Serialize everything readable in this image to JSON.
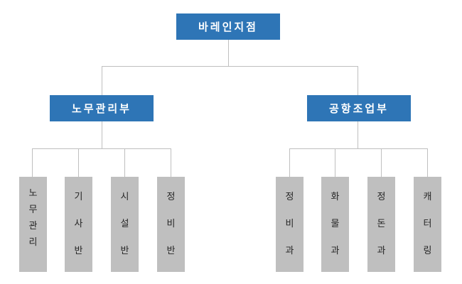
{
  "root": {
    "label": "바레인지점"
  },
  "left_dept": {
    "label": "노무관리부",
    "units": [
      {
        "chars": [
          "노",
          "무",
          "관",
          "리"
        ]
      },
      {
        "chars": [
          "기",
          "사",
          "반"
        ]
      },
      {
        "chars": [
          "시",
          "설",
          "반"
        ]
      },
      {
        "chars": [
          "정",
          "비",
          "반"
        ]
      }
    ]
  },
  "right_dept": {
    "label": "공항조업부",
    "units": [
      {
        "chars": [
          "정",
          "비",
          "과"
        ]
      },
      {
        "chars": [
          "화",
          "물",
          "과"
        ]
      },
      {
        "chars": [
          "정",
          "돈",
          "과"
        ]
      },
      {
        "chars": [
          "캐",
          "터",
          "링"
        ]
      }
    ]
  },
  "colors": {
    "primary": "#2e75b6",
    "secondary": "#bfbfbf",
    "connector": "#bfbfbf"
  }
}
